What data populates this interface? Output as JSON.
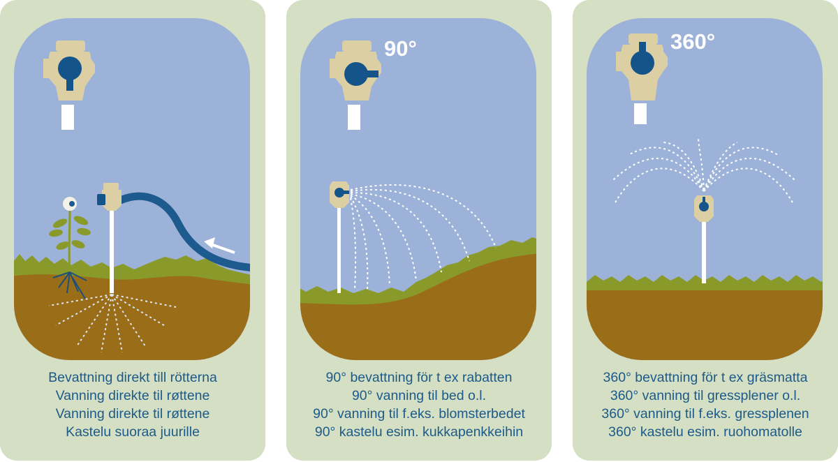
{
  "panels": [
    {
      "angle_label": "",
      "captions": [
        "Bevattning direkt till rötterna",
        "Vanning direkte til røttene",
        "Vanning direkte til røttene",
        "Kastelu suoraa juurille"
      ]
    },
    {
      "angle_label": "90°",
      "captions": [
        "90° bevattning för t ex rabatten",
        "90° vanning til bed o.l.",
        "90° vanning til f.eks. blomsterbedet",
        "90° kastelu esim. kukkapenkkeihin"
      ]
    },
    {
      "angle_label": "360°",
      "captions": [
        "360° bevattning för t ex gräsmatta",
        "360° vanning til gressplener o.l.",
        "360° vanning til f.eks. gressplenen",
        "360° kastelu esim. ruohomatolle"
      ]
    }
  ],
  "colors": {
    "card_bg": "#d5dfc3",
    "sky": "#9db2d8",
    "soil": "#9a6e18",
    "grass": "#8a9a2a",
    "valve_body": "#dccfa4",
    "valve_knob": "#15548a",
    "hose": "#1d5a8d",
    "caption_text": "#1c5a8a"
  }
}
